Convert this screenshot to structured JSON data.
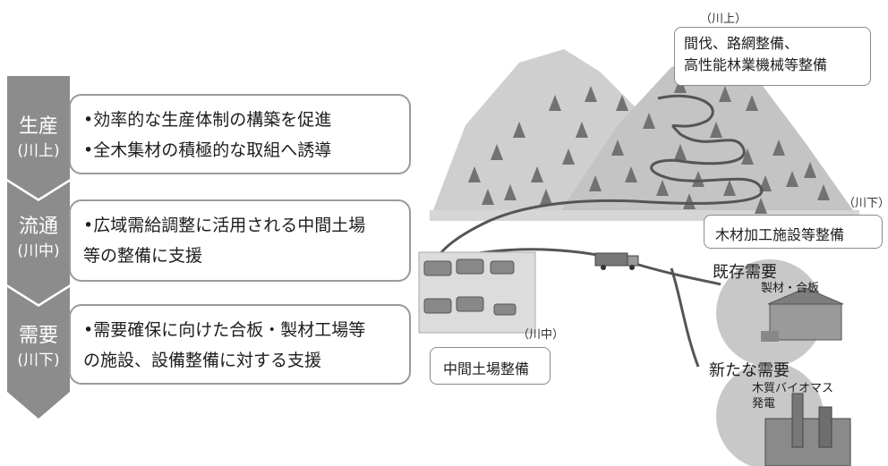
{
  "stages": [
    {
      "name": "生産",
      "area": "(川上)",
      "points": [
        "•効率的な生産体制の構築を促進",
        "•全木集材の積極的な取組へ誘導"
      ]
    },
    {
      "name": "流通",
      "area": "(川中)",
      "points": [
        "•広域需給調整に活用される中間土場",
        "等の整備に支援"
      ]
    },
    {
      "name": "需要",
      "area": "(川下)",
      "points": [
        "•需要確保に向けた合板・製材工場等",
        "の施設、設備整備に対する支援"
      ]
    }
  ],
  "scene": {
    "upstream": {
      "tag": "（川上）",
      "lines": [
        "間伐、路網整備、",
        "高性能林業機械等整備"
      ]
    },
    "downstream": {
      "tag": "（川下）",
      "label": "木材加工施設等整備"
    },
    "midstream": {
      "tag": "（川中）",
      "label": "中間土場整備"
    },
    "existing_demand": {
      "title": "既存需要",
      "sub": "製材・合板"
    },
    "new_demand": {
      "title": "新たな需要",
      "sub_lines": [
        "木質バイオマス",
        "発電"
      ]
    }
  },
  "colors": {
    "arrow": "#8c8c8c",
    "mountain": "#c9c9c9",
    "tree": "#6f6f6f",
    "road": "#555555"
  }
}
